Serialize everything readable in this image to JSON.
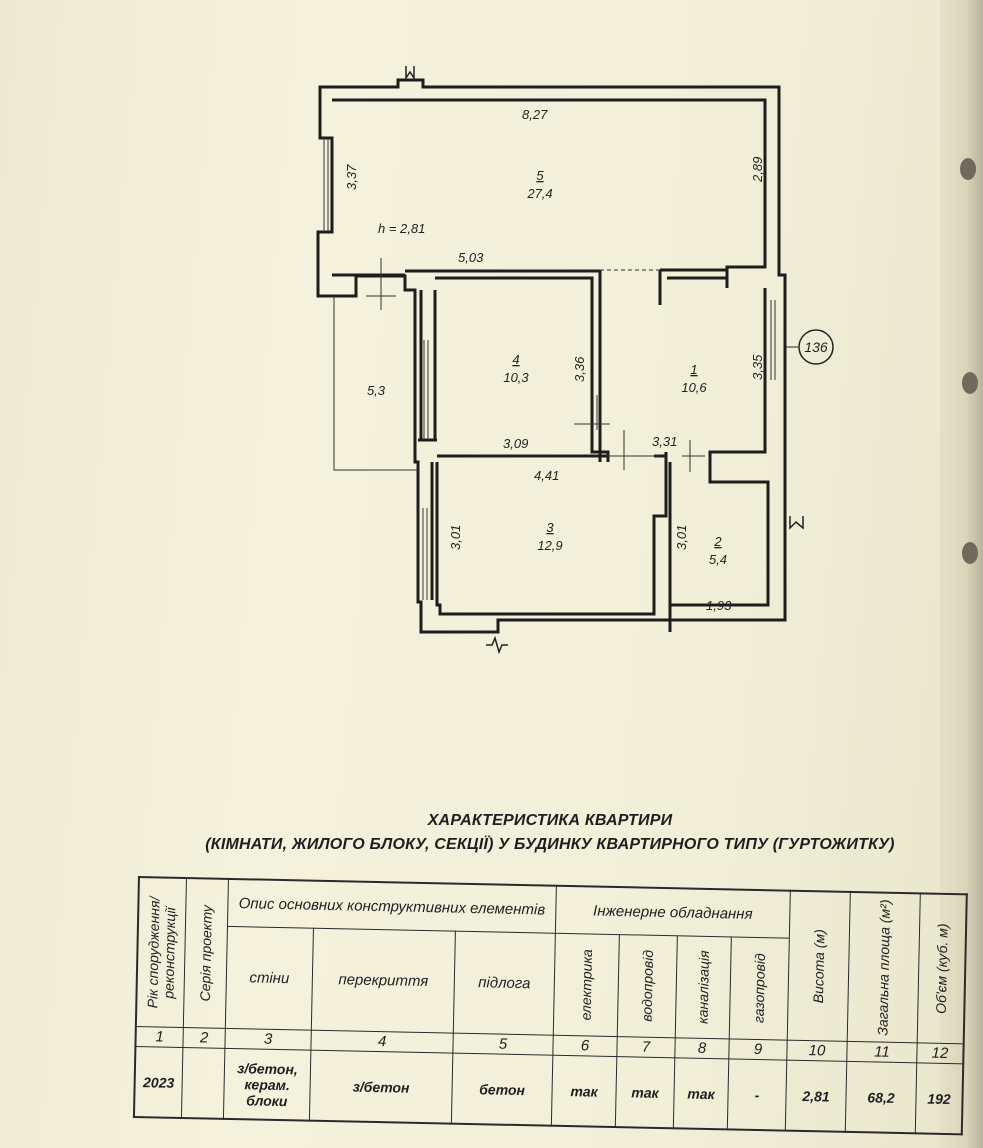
{
  "plan": {
    "apartment_number": "136",
    "height_label": "h = 2,81",
    "rooms": [
      {
        "number": "5",
        "area": "27,4"
      },
      {
        "number": "4",
        "area": "10,3"
      },
      {
        "number": "1",
        "area": "10,6"
      },
      {
        "number": "3",
        "area": "12,9"
      },
      {
        "number": "2",
        "area": "5,4"
      }
    ],
    "balcony_area": "5,3",
    "dimensions": {
      "d827": "8,27",
      "d337": "3,37",
      "d289": "2,89",
      "d503": "5,03",
      "d336": "3,36",
      "d335": "3,35",
      "d309": "3,09",
      "d331": "3,31",
      "d441": "4,41",
      "d301a": "3,01",
      "d301b": "3,01",
      "d193": "1,93"
    }
  },
  "title": {
    "line1": "ХАРАКТЕРИСТИКА КВАРТИРИ",
    "line2": "(КІМНАТИ, ЖИЛОГО БЛОКУ, СЕКЦІЇ) У БУДИНКУ КВАРТИРНОГО ТИПУ (ГУРТОЖИТКУ)"
  },
  "table": {
    "headers": {
      "year": "Рік спорудження/ реконструкції",
      "series": "Серія проекту",
      "structure": "Опис основних конструктивних елементів",
      "walls": "стіни",
      "ceiling": "перекриття",
      "floor": "підлога",
      "engineering": "Інженерне обладнання",
      "electric": "електрика",
      "water": "водопровід",
      "sewer": "каналізація",
      "gas": "газопровід",
      "height": "Висота (м)",
      "area": "Загальна площа (м²)",
      "volume": "Об'єм (куб. м)"
    },
    "col_numbers": [
      "1",
      "2",
      "3",
      "4",
      "5",
      "6",
      "7",
      "8",
      "9",
      "10",
      "11",
      "12"
    ],
    "row": {
      "year": "2023",
      "series": "",
      "walls": "з/бетон, керам. блоки",
      "ceiling": "з/бетон",
      "floor": "бетон",
      "electric": "так",
      "water": "так",
      "sewer": "так",
      "gas": "-",
      "height": "2,81",
      "area": "68,2",
      "volume": "192"
    }
  }
}
